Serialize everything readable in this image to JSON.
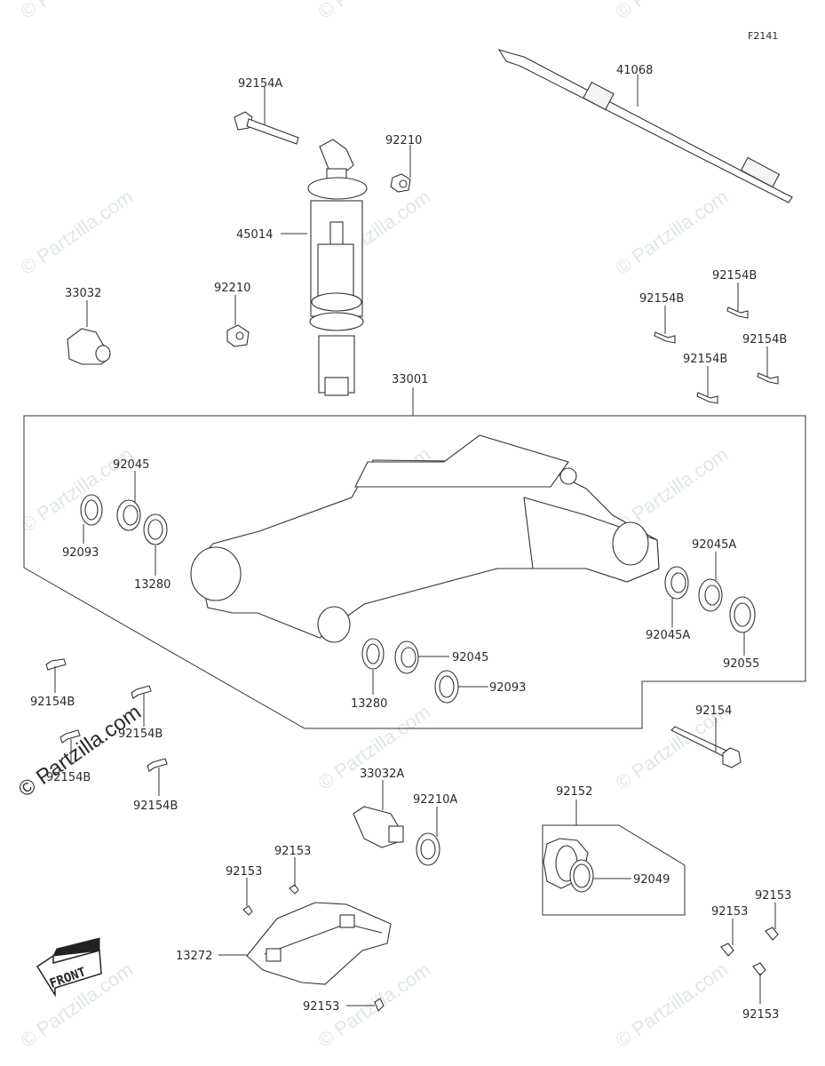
{
  "diagram": {
    "figure_code": "F2141",
    "front_label": "FRONT",
    "watermark": "© Partzilla.com",
    "parts": {
      "p92154A": "92154A",
      "p92210_top": "92210",
      "p41068": "41068",
      "p45014": "45014",
      "p33032": "33032",
      "p92210_mid": "92210",
      "p92154B_r1": "92154B",
      "p92154B_r2": "92154B",
      "p92154B_r3": "92154B",
      "p92154B_r4": "92154B",
      "p33001": "33001",
      "p92045_left": "92045",
      "p92093_left": "92093",
      "p13280_left": "13280",
      "p92045A_top": "92045A",
      "p92045A_bot": "92045A",
      "p92055": "92055",
      "p92045_mid": "92045",
      "p92093_mid": "92093",
      "p13280_mid": "13280",
      "p92154B_l1": "92154B",
      "p92154B_l2": "92154B",
      "p92154B_l3": "92154B",
      "p92154B_l4": "92154B",
      "p92154": "92154",
      "p33032A": "33032A",
      "p92210A": "92210A",
      "p92152": "92152",
      "p92049": "92049",
      "p92153_a": "92153",
      "p92153_b": "92153",
      "p13272": "13272",
      "p92153_c": "92153",
      "p92153_r1": "92153",
      "p92153_r2": "92153",
      "p92153_r3": "92153"
    }
  }
}
